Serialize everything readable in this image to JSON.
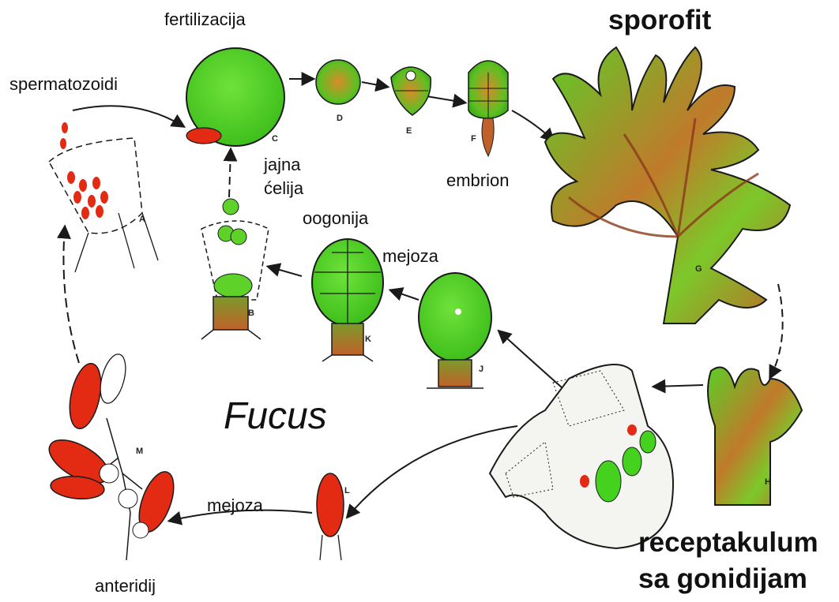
{
  "title": "Fucus",
  "labels": {
    "fertilization": "fertilizacija",
    "spermatozoids": "spermatozoidi",
    "egg_cell_line1": "jajna",
    "egg_cell_line2": "ćelija",
    "oogonium": "oogonija",
    "meiosis_upper": "mejoza",
    "meiosis_lower": "mejoza",
    "embryo": "embrion",
    "sporophyte": "sporofit",
    "receptacle_line1": "receptakulum",
    "receptacle_line2": "sa gonidijam",
    "antheridia": "anteridij"
  },
  "stage_letters": [
    "A",
    "B",
    "C",
    "D",
    "E",
    "F",
    "G",
    "H",
    "J",
    "K",
    "L",
    "M"
  ],
  "colors": {
    "green": "#44d21e",
    "red": "#e32a12",
    "brown_red": "#b5521e",
    "line": "#1a1a1a"
  }
}
